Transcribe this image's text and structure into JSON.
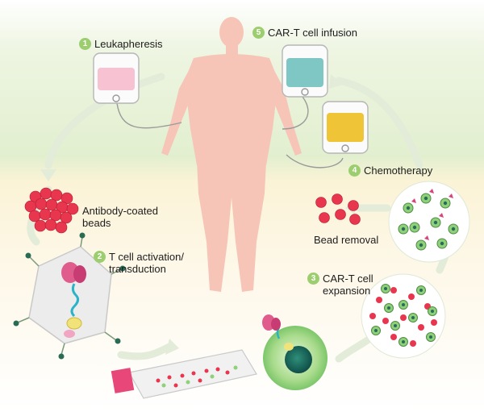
{
  "steps": [
    {
      "number": "1",
      "label": "Leukapheresis"
    },
    {
      "number": "2",
      "label_line1": "T cell activation/",
      "label_line2": "transduction"
    },
    {
      "number": "3",
      "label_line1": "CAR-T cell",
      "label_line2": "expansion"
    },
    {
      "number": "4",
      "label": "Chemotherapy"
    },
    {
      "number": "5",
      "label": "CAR-T cell infusion"
    }
  ],
  "beads_label_line1": "Antibody-coated",
  "beads_label_line2": "beads",
  "bead_removal_label": "Bead removal",
  "colors": {
    "step_badge": "#9ccd6f",
    "body": "#f6c5b8",
    "bead": "#e8364f",
    "t_cell": "#8fd07a",
    "leukapheresis_bag": "#f7c2d2",
    "infusion_bag": "#7fc7c4",
    "chemo_bag": "#f0c437"
  }
}
